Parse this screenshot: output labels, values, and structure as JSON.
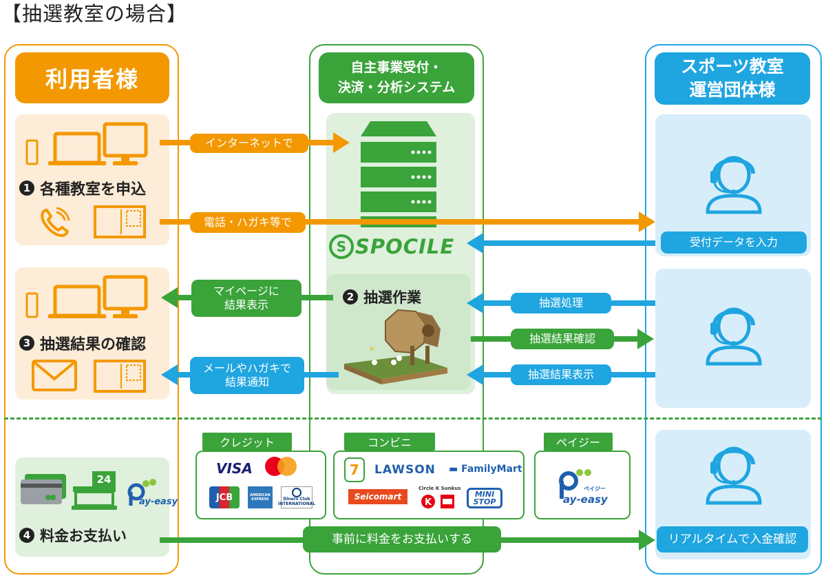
{
  "title": "【抽選教室の場合】",
  "colors": {
    "orange": "#f39800",
    "green": "#3aa33a",
    "blue": "#1fa5e0",
    "orange_light": "#fdecd7",
    "green_light": "#dff0dc",
    "blue_light": "#d7eefa"
  },
  "columns": {
    "user": "利用者様",
    "system": "自主事業受付・\n決済・分析システム",
    "org": "スポーツ教室\n運営団体様"
  },
  "steps": {
    "s1": {
      "num": "1",
      "label": "各種教室を申込"
    },
    "s2": {
      "num": "2",
      "label": "抽選作業"
    },
    "s3": {
      "num": "3",
      "label": "抽選結果の確認"
    },
    "s4": {
      "num": "4",
      "label": "料金お支払い"
    }
  },
  "flows": {
    "internet": "インターネットで",
    "phone": "電話・ハガキ等で",
    "input": "受付データを入力",
    "mypage": "マイページに\n結果表示",
    "mail": "メールやハガキで\n結果通知",
    "lottery": "抽選処理",
    "confirm": "抽選結果確認",
    "display": "抽選結果表示",
    "prepay": "事前に料金をお支払いする",
    "realtime": "リアルタイムで入金確認"
  },
  "brand": "SPOCILE",
  "payment": {
    "credit": {
      "label": "クレジット",
      "logos": [
        "VISA",
        "JCB",
        "AMERICAN EXPRESS",
        "Diners Club INTERNATIONAL"
      ]
    },
    "convenience": {
      "label": "コンビニ",
      "logos": [
        "LAWSON",
        "FamilyMart",
        "Seicomart",
        "Circle K Sunkus",
        "MINI STOP"
      ]
    },
    "payeasy": {
      "label": "ペイジー",
      "logo": "ay-easy",
      "logo_sub": "ペイジー"
    }
  },
  "icons": [
    "devices-icon",
    "phone-icon",
    "postcard-icon",
    "mail-icon",
    "server-icon",
    "lottery-machine-icon",
    "operator-icon",
    "credit-card-icon",
    "convenience-store-icon",
    "payeasy-icon"
  ]
}
